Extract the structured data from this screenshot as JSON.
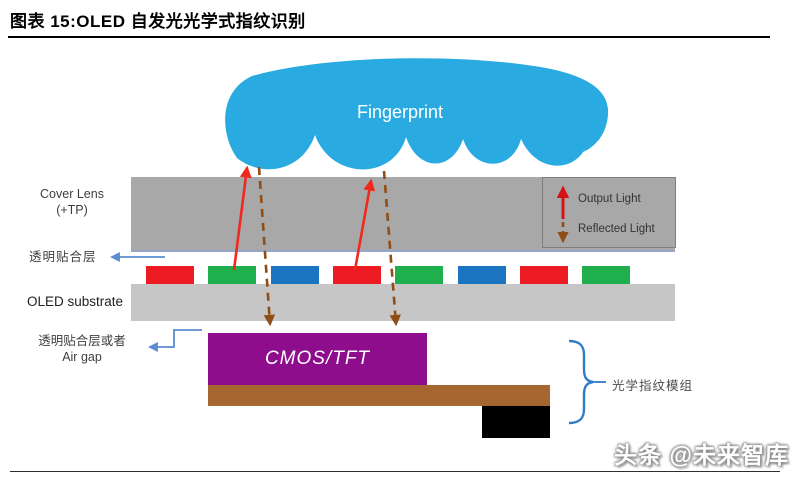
{
  "title": "图表 15:OLED 自发光光学式指纹识别",
  "diagram": {
    "fingerprint_label": "Fingerprint",
    "cover_lens": {
      "line1": "Cover Lens",
      "line2": "(+TP)"
    },
    "legend": {
      "output_label": "Output Light",
      "reflected_label": "Reflected Light"
    },
    "labels": {
      "adhesive": "透明贴合层",
      "substrate": "OLED substrate",
      "airgap_line1": "透明贴合层或者",
      "airgap_line2": "Air gap",
      "cmos": "CMOS/TFT",
      "module": "光学指纹模组"
    },
    "pixel_colors": [
      "#ED1C24",
      "#1FAF4D",
      "#1B74BF",
      "#ED1C24",
      "#1FAF4D",
      "#1B74BF",
      "#ED1C24",
      "#1FAF4D"
    ]
  },
  "colors": {
    "fingerprint_blue": "#29ABE2",
    "cover_lens_gray": "#A8A8A8",
    "substrate_gray": "#C6C6C6",
    "output_arrow_red": "#D41414",
    "emit_arrow_red": "#EE2A1E",
    "reflected_arrow_brown": "#8F4E16",
    "connector_blue": "#5B8BD0",
    "brace_blue": "#2E7BC6",
    "cmos_purple": "#8E0D8D",
    "base_brown": "#A5672F",
    "connector_black": "#000000"
  },
  "watermark": "头条 @未来智库"
}
